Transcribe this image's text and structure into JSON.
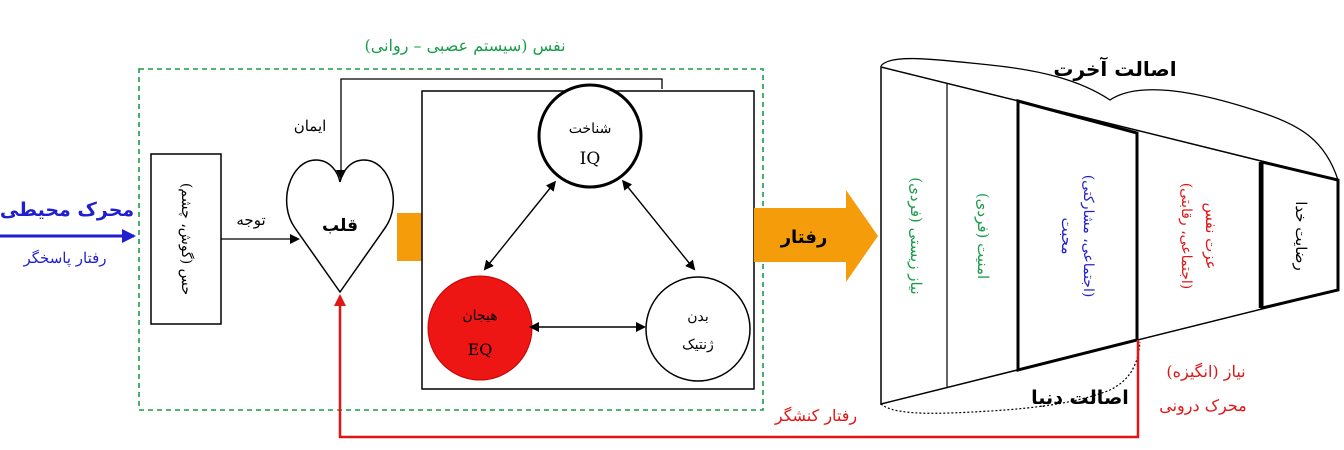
{
  "colors": {
    "green": "#1a9c49",
    "blue": "#1f1fd0",
    "red": "#e01515",
    "orange": "#f59c0b",
    "black": "#000000"
  },
  "labels": {
    "nafs": "نفس (سیستم عصبی – روانی)",
    "iman": "ایمان",
    "tavajoh": "توجه",
    "qalb": "قلب",
    "hes": "حس (گوش، چشم)",
    "env_motor": "محرک محیطی",
    "responsive_behavior": "رفتار پاسخگر",
    "cognition": "شناخت",
    "iq": "IQ",
    "emotion": "هیجان",
    "eq": "EQ",
    "body": "بدن",
    "genetic": "ژنتیک",
    "behavior": "رفتار",
    "active_behavior": "رفتار کنشگر",
    "need": "نیاز (انگیزه)",
    "inner_motor": "محرک درونی",
    "afterlife": "اصالت آخرت",
    "world": "اصالت دنیا"
  },
  "funnel": {
    "sections": [
      {
        "title": "نیاز زیستی (فردی)",
        "sub": "",
        "color": "green"
      },
      {
        "title": "امنیت (فردی)",
        "sub": "",
        "color": "green"
      },
      {
        "title": "محبت",
        "sub": "(اجتماعی، مشارکتی)",
        "color": "blue"
      },
      {
        "title": "عزت نفس",
        "sub": "(اجتماعی، رقابتی)",
        "color": "red"
      },
      {
        "title": "رضایت خدا",
        "sub": "",
        "color": "black"
      }
    ]
  }
}
